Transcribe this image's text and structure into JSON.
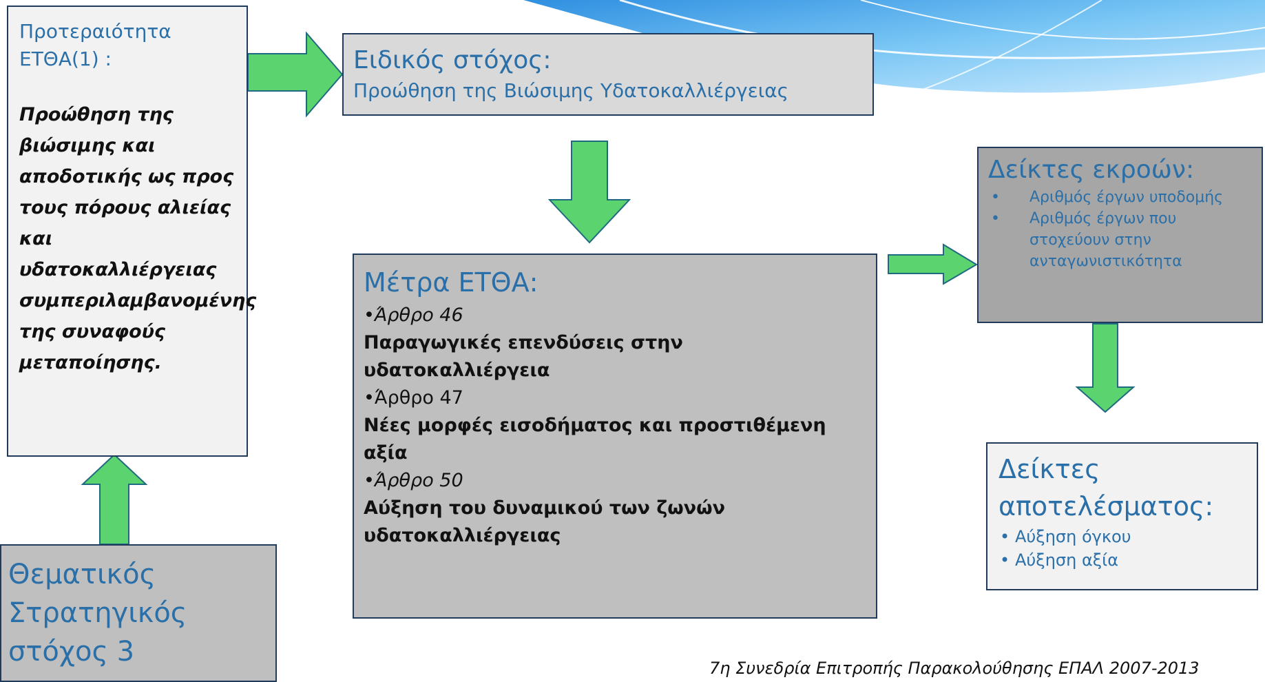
{
  "priority": {
    "heading": "Προτεραιότητα ΕΤΘΑ(1) :",
    "text": "Προώθηση της βιώσιμης και αποδοτικής ως προς τους πόρους αλιείας και υδατοκαλλιέργειας συμπεριλαμβανομένης της συναφούς μεταποίησης."
  },
  "specific_objective": {
    "title": "Ειδικός στόχος:",
    "text": "Προώθηση της Βιώσιμης Υδατοκαλλιέργειας"
  },
  "measures": {
    "title": "Μέτρα ΕΤΘΑ:",
    "items": [
      {
        "article": "•Άρθρο 46",
        "description": "Παραγωγικές επενδύσεις στην υδατοκαλλιέργεια"
      },
      {
        "article": "•Άρθρο 47",
        "description": "Νέες μορφές εισοδήματος και προστιθέμενη αξία"
      },
      {
        "article": "•Άρθρο 50",
        "description": " Αύξηση του δυναμικού των ζωνών υδατοκαλλιέργειας"
      }
    ]
  },
  "output_indicators": {
    "title": "Δείκτες εκροών:",
    "bullet": "•",
    "items": [
      "Αριθμός έργων υποδομής",
      "Αριθμός έργων που στοχεύουν στην ανταγωνιστικότητα"
    ]
  },
  "result_indicators": {
    "title": "Δείκτες αποτελέσματος:",
    "bullet": "•",
    "items": [
      "Αύξηση όγκου",
      "Αύξηση αξία"
    ]
  },
  "thematic_objective": {
    "title": "Θεματικός Στρατηγικός στόχος 3"
  },
  "footer": "7η Συνεδρία Επιτροπής Παρακολούθησης ΕΠΑΛ 2007-2013",
  "colors": {
    "arrow_fill": "#5bd36f",
    "arrow_stroke": "#1f6a80",
    "text_blue": "#2a6fa8",
    "border": "#1f3a5a"
  }
}
